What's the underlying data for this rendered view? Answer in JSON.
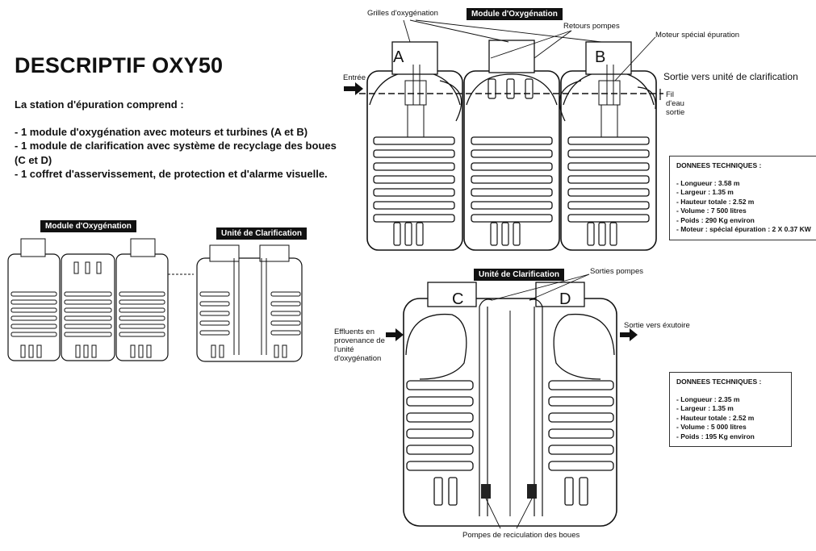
{
  "title": "DESCRIPTIF OXY50",
  "intro": "La station d'épuration comprend :",
  "components": [
    "- 1 module d'oxygénation  avec moteurs et turbines (A et B)",
    "- 1 module de clarification avec système de recyclage des boues (C et D)",
    "- 1 coffret d'asservissement, de protection et d'alarme visuelle."
  ],
  "small_view": {
    "oxygenation_tag": "Module d'Oxygénation",
    "clarification_tag": "Unité de Clarification"
  },
  "oxygenation_module": {
    "tag": "Module d'Oxygénation",
    "labels": {
      "grilles": "Grilles d'oxygénation",
      "retours": "Retours pompes",
      "moteur": "Moteur spécial épuration",
      "entree": "Entrée",
      "sortie": "Sortie vers unité de clarification",
      "fil_eau": "Fil d'eau sortie"
    },
    "letters": [
      "A",
      "B"
    ],
    "tech": {
      "heading": "DONNEES TECHNIQUES :",
      "lines": [
        "- Longueur : 3.58 m",
        "- Largeur : 1.35 m",
        "- Hauteur totale : 2.52 m",
        "- Volume : 7 500 litres",
        "- Poids : 290 Kg environ",
        "- Moteur : spécial épuration : 2 X 0.37 KW"
      ]
    }
  },
  "clarification_unit": {
    "tag": "Unité de Clarification",
    "labels": {
      "sorties_pompes": "Sorties pompes",
      "effluents": "Effluents en provenance de l'unité d'oxygénation",
      "sortie_exutoire": "Sortie vers éxutoire",
      "pompes_recirc": "Pompes de reciculation des boues"
    },
    "letters": [
      "C",
      "D"
    ],
    "tech": {
      "heading": "DONNEES TECHNIQUES :",
      "lines": [
        "- Longueur : 2.35 m",
        "- Largeur : 1.35 m",
        "- Hauteur totale : 2.52 m",
        "- Volume : 5 000 litres",
        "- Poids : 195 Kg environ"
      ]
    }
  },
  "colors": {
    "ink": "#111111",
    "tag_bg": "#111111",
    "tag_text": "#ffffff"
  }
}
